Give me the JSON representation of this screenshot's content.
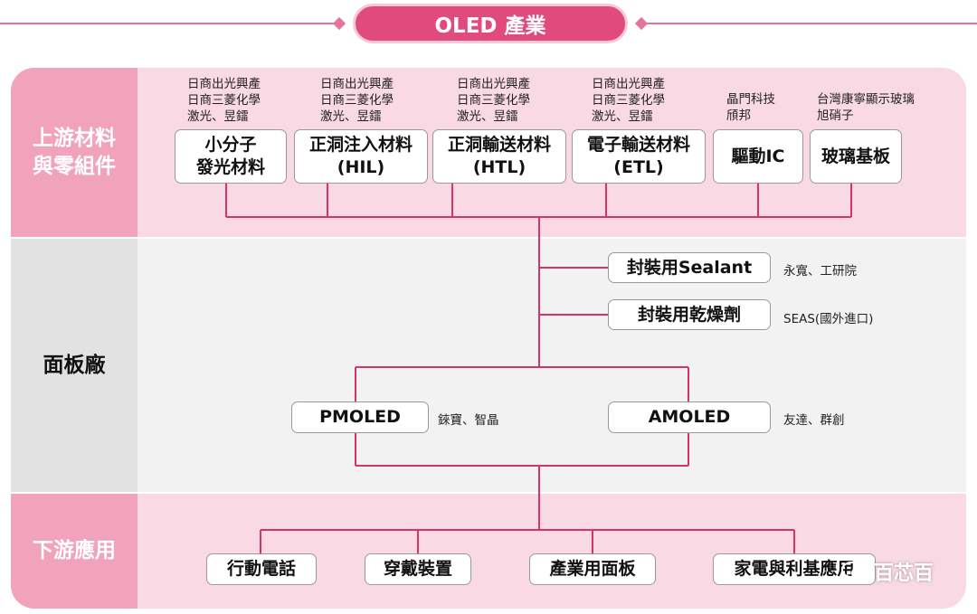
{
  "title": "OLED 產業",
  "colors": {
    "accent": "#e04a7c",
    "pink_light": "#f9d9e3",
    "pink_mid": "#f0a3bb",
    "line": "#d6336c",
    "gray": "#f2f2f2"
  },
  "sections": {
    "upstream": "上游材料\n與零組件",
    "panel": "面板廠",
    "downstream": "下游應用"
  },
  "upstream": [
    {
      "label": "小分子\n發光材料",
      "suppliers": "日商出光興產\n日商三菱化學\n激光、昱鐳"
    },
    {
      "label": "正洞注入材料\n(HIL)",
      "suppliers": "日商出光興產\n日商三菱化學\n激光、昱鐳"
    },
    {
      "label": "正洞輸送材料\n(HTL)",
      "suppliers": "日商出光興產\n日商三菱化學\n激光、昱鐳"
    },
    {
      "label": "電子輸送材料\n(ETL)",
      "suppliers": "日商出光興產\n日商三菱化學\n激光、昱鐳"
    },
    {
      "label": "驅動IC",
      "suppliers": "晶門科技\n頎邦"
    },
    {
      "label": "玻璃基板",
      "suppliers": "台灣康寧顯示玻璃\n旭硝子"
    }
  ],
  "packaging": [
    {
      "label": "封裝用Sealant",
      "note": "永寬、工研院"
    },
    {
      "label": "封裝用乾燥劑",
      "note": "SEAS(國外進口)"
    }
  ],
  "panels": [
    {
      "label": "PMOLED",
      "note": "錸寶、智晶"
    },
    {
      "label": "AMOLED",
      "note": "友達、群創"
    }
  ],
  "downstream": [
    "行動電話",
    "穿戴裝置",
    "產業用面板",
    "家電與利基應用"
  ],
  "watermark": "百芯百"
}
